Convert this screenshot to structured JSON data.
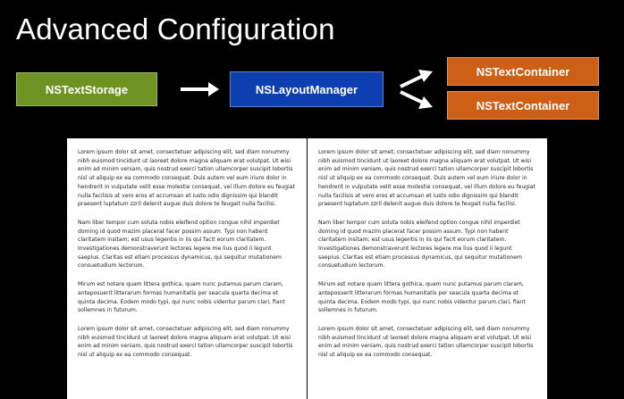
{
  "title": "Advanced Configuration",
  "colors": {
    "background": "#000000",
    "storage": "#6e9323",
    "layout_manager": "#0d3fb0",
    "text_container": "#cd5f17",
    "arrow": "#ffffff",
    "page": "#ffffff"
  },
  "nodes": {
    "storage": {
      "label": "NSTextStorage"
    },
    "layout_manager": {
      "label": "NSLayoutManager"
    },
    "containers": [
      {
        "label": "NSTextContainer"
      },
      {
        "label": "NSTextContainer"
      }
    ]
  },
  "pages": [
    {
      "paragraphs": [
        "Lorem ipsum dolor sit amet, consectetuer adipiscing elit, sed diam nonummy nibh euismod tincidunt ut laoreet dolore magna aliquam erat volutpat. Ut wisi enim ad minim veniam, quis nostrud exerci tation ullamcorper suscipit lobortis nisl ut aliquip ex ea commodo consequat. Duis autem vel eum iriure dolor in hendrerit in vulputate velit esse molestie consequat, vel illum dolore eu feugiat nulla facilisis at vero eros et accumsan et iusto odio dignissim qui blandit praesent luptatum zzril delenit augue duis dolore te feugait nulla facilisi.",
        "Nam liber tempor cum soluta nobis eleifend option congue nihil imperdiet doming id quod mazim placerat facer possim assum. Typi non habent claritatem insitam; est usus legentis in iis qui facit eorum claritatem. Investigationes demonstraverunt lectores legere me lius quod ii legunt saepius. Claritas est etiam processus dynamicus, qui sequitur mutationem consuetudium lectorum.",
        "Mirum est notare quam littera gothica, quam nunc putamus parum claram, anteposuerit litterarum formas humanitatis per seacula quarta decima et quinta decima. Eodem modo typi, qui nunc nobis videntur parum clari, fiant sollemnes in futurum.",
        "Lorem ipsum dolor sit amet, consectetuer adipiscing elit, sed diam nonummy nibh euismod tincidunt ut laoreet dolore magna aliquam erat volutpat. Ut wisi enim ad minim veniam, quis nostrud exerci tation ullamcorper suscipit lobortis nisl ut aliquip ex ea commodo consequat."
      ]
    },
    {
      "paragraphs": [
        "Lorem ipsum dolor sit amet, consectetuer adipiscing elit, sed diam nonummy nibh euismod tincidunt ut laoreet dolore magna aliquam erat volutpat. Ut wisi enim ad minim veniam, quis nostrud exerci tation ullamcorper suscipit lobortis nisl ut aliquip ex ea commodo consequat. Duis autem vel eum iriure dolor in hendrerit in vulputate velit esse molestie consequat, vel illum dolore eu feugiat nulla facilisis at vero eros et accumsan et iusto odio dignissim qui blandit praesent luptatum zzril delenit augue duis dolore te feugait nulla facilisi.",
        "Nam liber tempor cum soluta nobis eleifend option congue nihil imperdiet doming id quod mazim placerat facer possim assum. Typi non habent claritatem insitam; est usus legentis in iis qui facit eorum claritatem. Investigationes demonstraverunt lectores legere me lius quod ii legunt saepius. Claritas est etiam processus dynamicus, qui sequitur mutationem consuetudium lectorum.",
        "Mirum est notare quam littera gothica, quam nunc putamus parum claram, anteposuerit litterarum formas humanitatis per seacula quarta decima et quinta decima. Eodem modo typi, qui nunc nobis videntur parum clari, fiant sollemnes in futurum.",
        "Lorem ipsum dolor sit amet, consectetuer adipiscing elit, sed diam nonummy nibh euismod tincidunt ut laoreet dolore magna aliquam erat volutpat. Ut wisi enim ad minim veniam, quis nostrud exerci tation ullamcorper suscipit lobortis nisl ut aliquip ex ea commodo consequat."
      ]
    }
  ]
}
